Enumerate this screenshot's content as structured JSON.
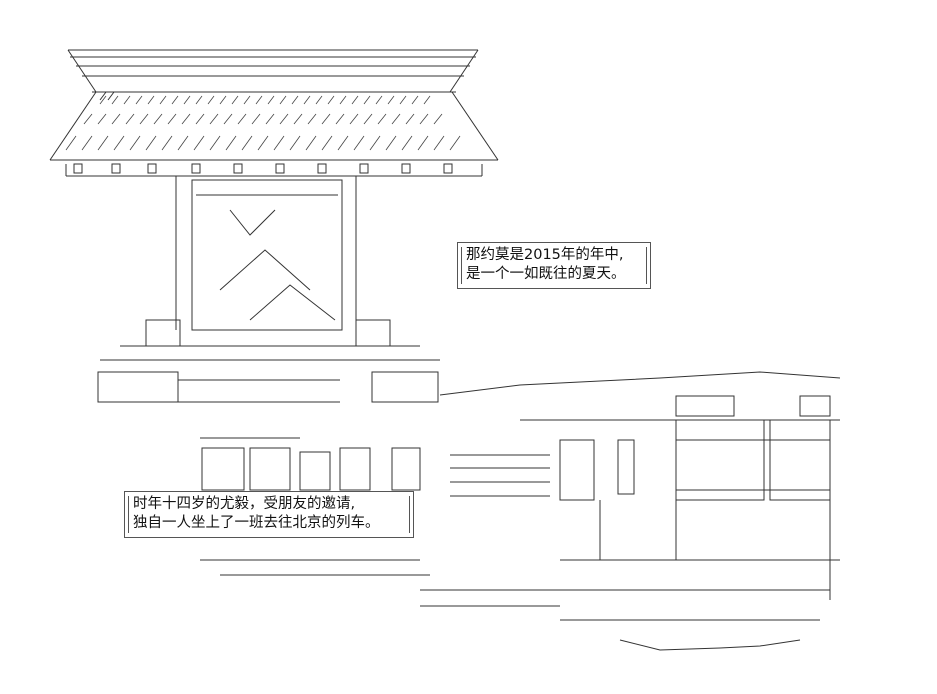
{
  "captions": {
    "top_right": {
      "line1": "那约莫是2015年的年中,",
      "line2": "是一个一如既往的夏天。"
    },
    "bottom_left": {
      "line1": "时年十四岁的尤毅，受朋友的邀请,",
      "line2": "独自一人坐上了一班去往北京的列车。"
    }
  },
  "colors": {
    "line": "#333333",
    "background": "#ffffff"
  }
}
